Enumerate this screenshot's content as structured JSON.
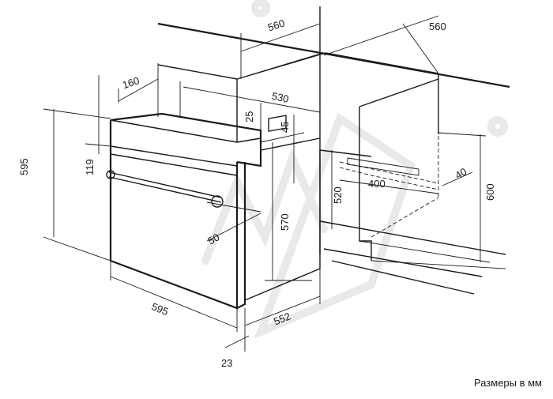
{
  "diagram": {
    "caption": "Размеры в мм",
    "dimensions": {
      "top_depth_left": "560",
      "top_depth_right": "560",
      "panel_depth": "160",
      "inner_depth": "530",
      "gap_25": "25",
      "gap_45": "45",
      "height_595": "595",
      "height_119": "119",
      "height_570": "570",
      "height_520": "520",
      "height_600": "600",
      "front_50": "50",
      "width_595": "595",
      "depth_552": "552",
      "offset_23": "23",
      "depth_400": "400",
      "gap_40": "40"
    }
  }
}
